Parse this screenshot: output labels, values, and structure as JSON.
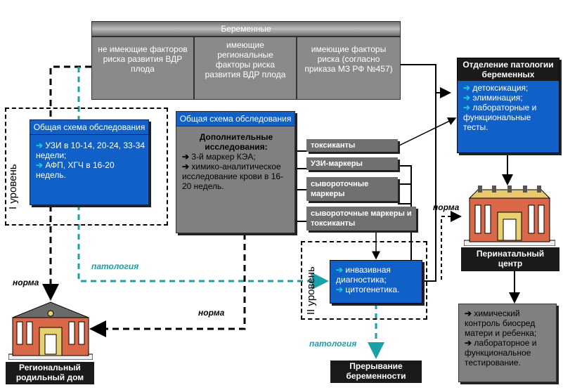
{
  "pregnant": {
    "title": "Беременные",
    "col1": "не имеющие факторов риска развития ВДР плода",
    "col2": "имеющие региональные факторы риска развития ВДР плода",
    "col3": "имеющие факторы риска (согласно приказа МЗ РФ №457)"
  },
  "level1": {
    "label": "I уровень",
    "box_title": "Общая схема обследования",
    "items": [
      "УЗИ в 10-14, 20-24, 33-34 недели;",
      "АФП, ХГЧ в 16-20 недель."
    ]
  },
  "general": {
    "title": "Общая схема обследования",
    "extra_title": "Дополнительные исследования:",
    "items": [
      "3-й маркер КЭА;",
      "химико-аналитическое исследование крови в 16-20 недель."
    ]
  },
  "markers": [
    "токсиканты",
    "УЗИ-маркеры",
    "сывороточные маркеры",
    "сывороточные маркеры и токсиканты"
  ],
  "department": {
    "title": "Отделение патологии беременных",
    "items": [
      "детоксикация;",
      "элиминация;",
      "лабораторные и функциональные тесты."
    ]
  },
  "level2": {
    "label": "II уровень",
    "items": [
      "инвазивная диагностика;",
      "цитогенетика."
    ]
  },
  "perinatal": {
    "label": "Перинатальный центр"
  },
  "perinatal_box": {
    "items": [
      "химический контроль биосред матери и ребенка;",
      "лабораторное и функциональное тестирование."
    ]
  },
  "maternity": {
    "label": "Региональный родильный дом"
  },
  "termination": {
    "label": "Прерывание беременности"
  },
  "edge_labels": {
    "norma_left": "норма",
    "norma_center": "норма",
    "norma_right": "норма",
    "pathology_left": "патология",
    "pathology_bottom": "патология"
  },
  "colors": {
    "blue_box": "#1060c8",
    "gray_box": "#808080",
    "dark_box": "#1a1a1a",
    "teal_arrow": "#1aa0a8",
    "building": "#d86848"
  }
}
